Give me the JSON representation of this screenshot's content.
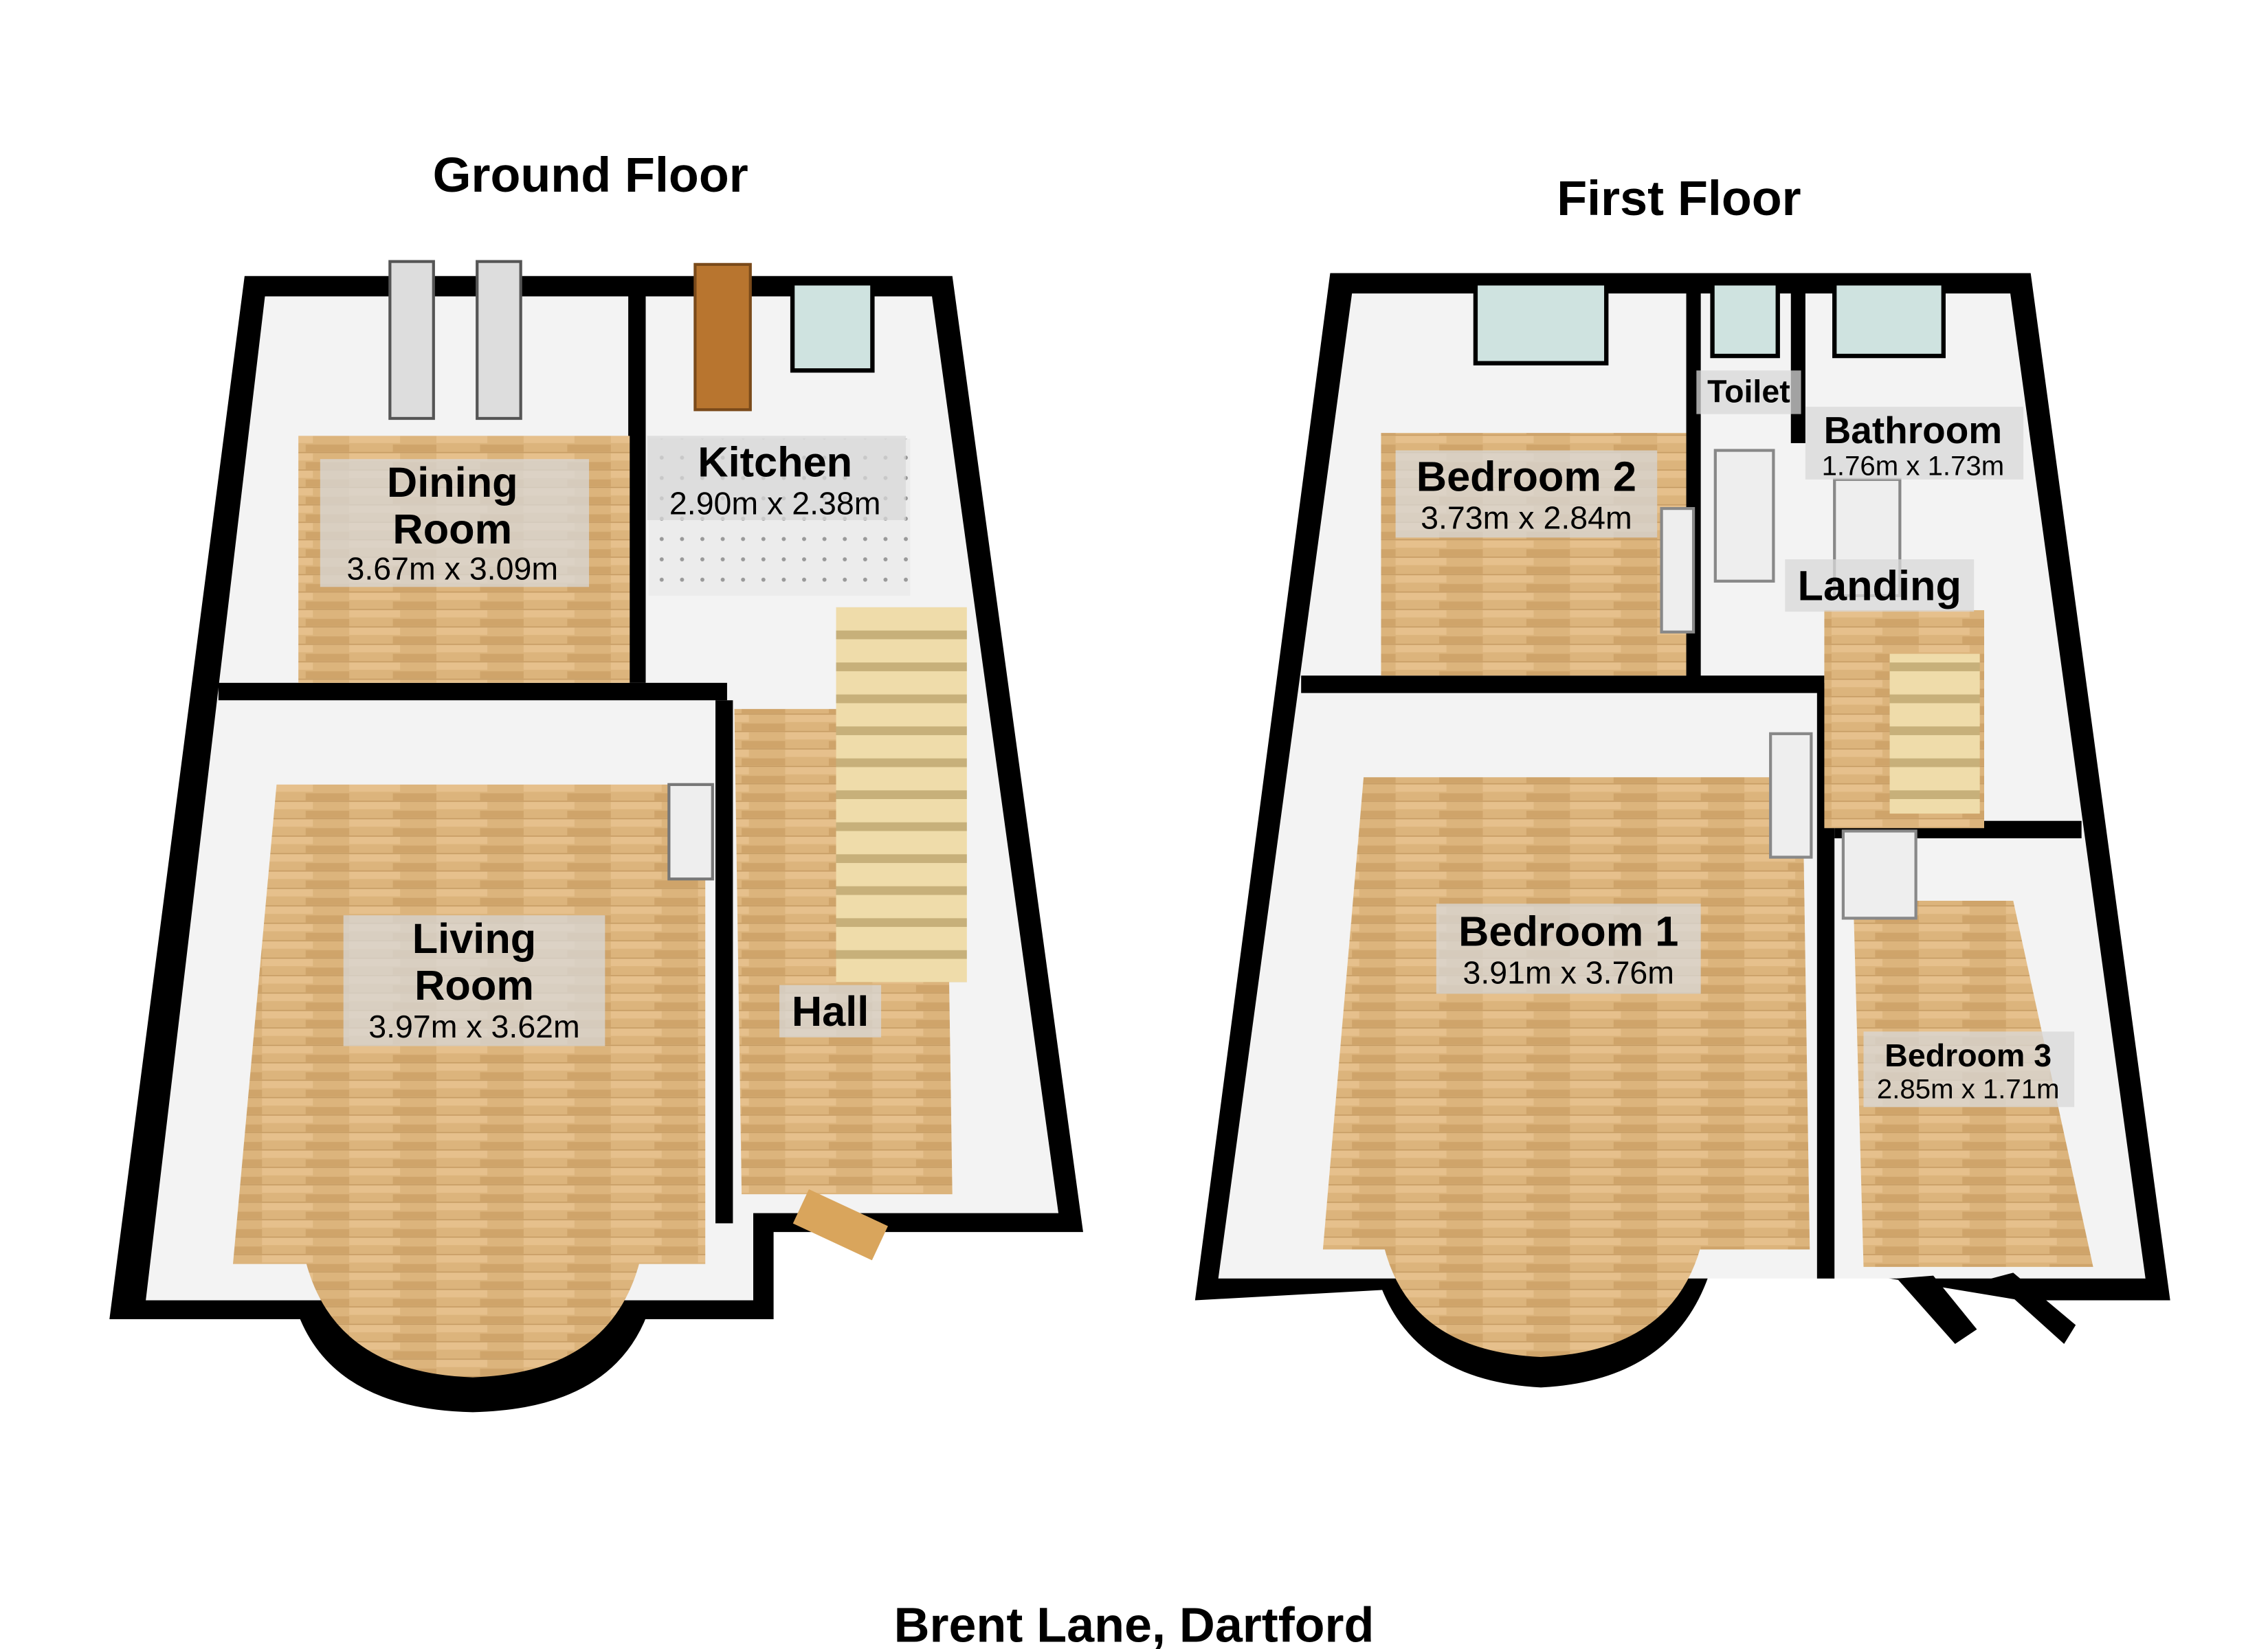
{
  "ground_floor": {
    "title": "Ground Floor",
    "rooms": {
      "dining": {
        "name_line1": "Dining",
        "name_line2": "Room",
        "dimensions": "3.67m x 3.09m"
      },
      "kitchen": {
        "name": "Kitchen",
        "dimensions": "2.90m x 2.38m"
      },
      "living": {
        "name_line1": "Living",
        "name_line2": "Room",
        "dimensions": "3.97m x 3.62m"
      },
      "hall": {
        "name": "Hall"
      }
    }
  },
  "first_floor": {
    "title": "First Floor",
    "rooms": {
      "bedroom2": {
        "name": "Bedroom 2",
        "dimensions": "3.73m x 2.84m"
      },
      "toilet": {
        "name": "Toilet"
      },
      "bathroom": {
        "name": "Bathroom",
        "dimensions": "1.76m x 1.73m"
      },
      "landing": {
        "name": "Landing"
      },
      "bedroom1": {
        "name": "Bedroom 1",
        "dimensions": "3.91m x 3.76m"
      },
      "bedroom3": {
        "name": "Bedroom 3",
        "dimensions": "2.85m x 1.71m"
      }
    }
  },
  "address": "Brent Lane, Dartford",
  "colors": {
    "wall": "#000000",
    "wood": "#d9b27a",
    "tile": "#e8e8e8",
    "wall_face": "#f3f3f3",
    "label_bg": "#d8d8d8"
  }
}
